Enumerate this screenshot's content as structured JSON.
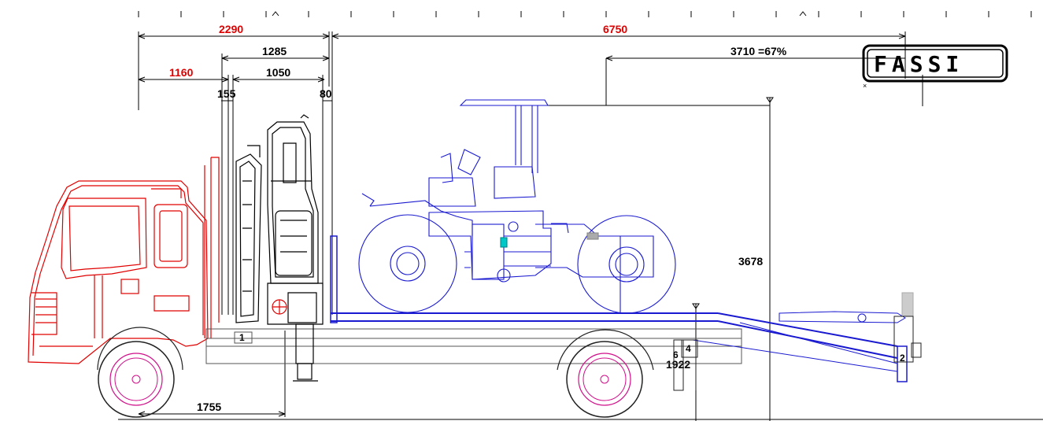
{
  "colors": {
    "truck": "#e00000",
    "crane": "#000000",
    "load": "#1a1ad0",
    "wheel_hub": "#d0108a",
    "dimension_black": "#000000",
    "dimension_red": "#e00000"
  },
  "logo": {
    "text": "FASSI"
  },
  "dimensions": {
    "d2290": "2290",
    "d6750": "6750",
    "d1285": "1285",
    "d3710": "3710 =67%",
    "d1160": "1160",
    "d1050": "1050",
    "d155": "155",
    "d80": "80",
    "d3678": "3678",
    "d1755": "1755",
    "d1922": "1922"
  },
  "tags": {
    "support_1": "1",
    "support_2": "2",
    "support_4": "4",
    "support_6": "6"
  }
}
